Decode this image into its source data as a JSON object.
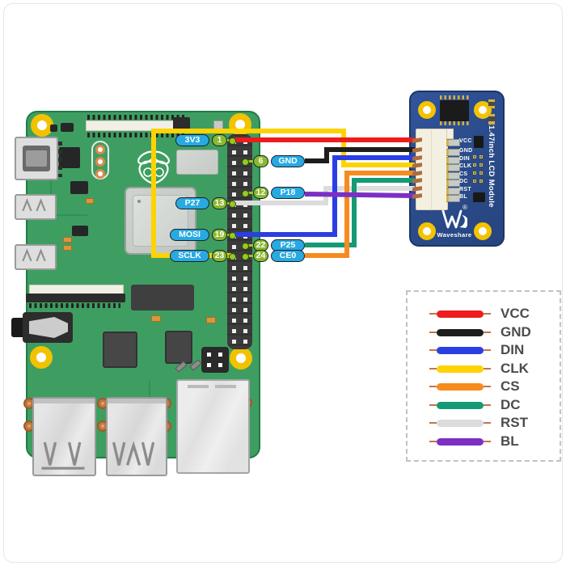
{
  "pi": {
    "board": "Raspberry Pi",
    "gpio_labels_left": [
      {
        "signal": "3V3",
        "pin": "1"
      },
      {
        "signal": "P27",
        "pin": "13"
      },
      {
        "signal": "MOSI",
        "pin": "19"
      },
      {
        "signal": "SCLK",
        "pin": "23"
      }
    ],
    "gpio_labels_right": [
      {
        "pin": "6",
        "signal": "GND"
      },
      {
        "pin": "12",
        "signal": "P18"
      },
      {
        "pin": "22",
        "signal": "P25"
      },
      {
        "pin": "24",
        "signal": "CE0"
      }
    ]
  },
  "lcd": {
    "pin_labels": [
      "VCC",
      "GND",
      "DIN",
      "CLK",
      "CS",
      "DC",
      "RST",
      "BL"
    ],
    "module_name": "1.47inch LCD Module",
    "brand": "Waveshare",
    "registered_mark": "®"
  },
  "legend": {
    "items": [
      {
        "label": "VCC",
        "color": "#ee1c1c"
      },
      {
        "label": "GND",
        "color": "#1d1d1d"
      },
      {
        "label": "DIN",
        "color": "#2a3fe3"
      },
      {
        "label": "CLK",
        "color": "#fdd303"
      },
      {
        "label": "CS",
        "color": "#f68b1e"
      },
      {
        "label": "DC",
        "color": "#149a74"
      },
      {
        "label": "RST",
        "color": "#dcdcdc"
      },
      {
        "label": "BL",
        "color": "#7d2fc4"
      }
    ]
  },
  "connections": [
    {
      "pi_pin": "1",
      "pi_signal": "3V3",
      "lcd_pin": "VCC"
    },
    {
      "pi_pin": "6",
      "pi_signal": "GND",
      "lcd_pin": "GND"
    },
    {
      "pi_pin": "19",
      "pi_signal": "MOSI",
      "lcd_pin": "DIN"
    },
    {
      "pi_pin": "23",
      "pi_signal": "SCLK",
      "lcd_pin": "CLK"
    },
    {
      "pi_pin": "24",
      "pi_signal": "CE0",
      "lcd_pin": "CS"
    },
    {
      "pi_pin": "22",
      "pi_signal": "P25",
      "lcd_pin": "DC"
    },
    {
      "pi_pin": "13",
      "pi_signal": "P27",
      "lcd_pin": "RST"
    },
    {
      "pi_pin": "12",
      "pi_signal": "P18",
      "lcd_pin": "BL"
    }
  ],
  "colors": {
    "pi_board": "#3e9e61",
    "pi_border": "#1f7c45",
    "lcd_board": "#2b4c8c",
    "lcd_border": "#1a3765",
    "label_blue": "#29a9e1",
    "label_green": "#8cb82f",
    "hole_yellow": "#f2c200",
    "wire_tip": "#c0764a"
  }
}
